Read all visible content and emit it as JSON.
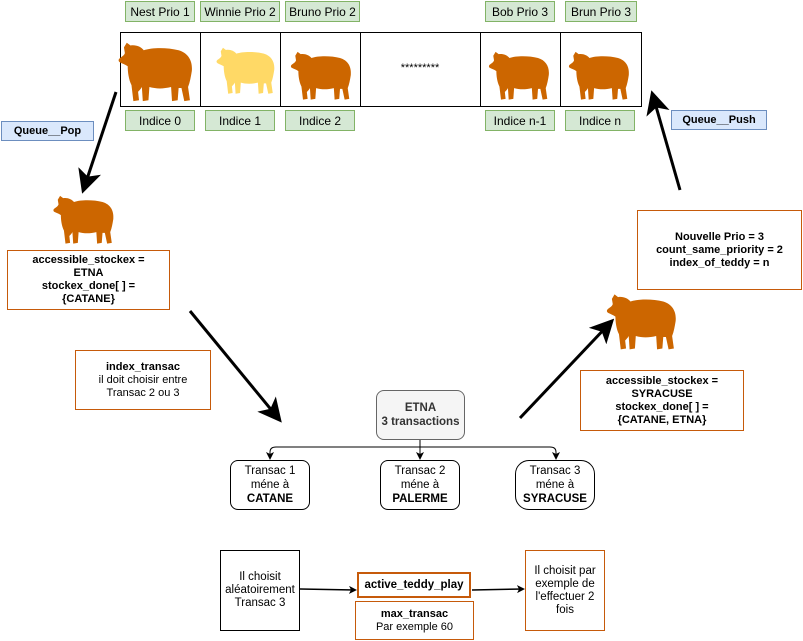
{
  "queue": {
    "names": [
      "Nest Prio 1",
      "Winnie Prio 2",
      "Bruno Prio 2",
      "Bob Prio 3",
      "Brun Prio 3"
    ],
    "dots": "*********",
    "indices": [
      "Indice 0",
      "Indice 1",
      "Indice 2",
      "Indice n-1",
      "Indice n"
    ],
    "bear_colors": [
      "#cc6600",
      "#ffd966",
      "#cc6600",
      "#cc6600",
      "#cc6600"
    ]
  },
  "pop_label": "Queue__Pop",
  "push_label": "Queue__Push",
  "left_state": {
    "line1": "accessible_stockex =",
    "line2": "ETNA",
    "line3": "stockex_done[ ] =",
    "line4": "{CATANE}"
  },
  "index_transac": {
    "title": "index_transac",
    "line1": "il doit choisir entre",
    "line2": "Transac 2 ou 3"
  },
  "etna": {
    "line1": "ETNA",
    "line2": "3 transactions"
  },
  "transacs": [
    {
      "line1": "Transac 1",
      "line2": "méne à",
      "dest": "CATANE"
    },
    {
      "line1": "Transac 2",
      "line2": "méne à",
      "dest": "PALERME"
    },
    {
      "line1": "Transac 3",
      "line2": "méne à",
      "dest": "SYRACUSE"
    }
  ],
  "right_state": {
    "line1": "accessible_stockex =",
    "line2": "SYRACUSE",
    "line3": "stockex_done[ ] =",
    "line4": "{CATANE, ETNA}"
  },
  "new_prio": {
    "line1": "Nouvelle Prio = 3",
    "line2": "count_same_priority = 2",
    "line3": "index_of_teddy = n"
  },
  "random_choice": {
    "line1": "Il choisit",
    "line2": "aléatoirement",
    "line3": "Transac 3"
  },
  "active_teddy": "active_teddy_play",
  "max_transac": {
    "title": "max_transac",
    "line1": "Par exemple 60"
  },
  "example_choice": {
    "line1": "Il choisit par",
    "line2": "exemple de",
    "line3": "l'effectuer 2",
    "line4": "fois"
  },
  "colors": {
    "bear_brown": "#cc6600",
    "bear_yellow": "#ffd966",
    "box_border": "#c65a0a"
  }
}
